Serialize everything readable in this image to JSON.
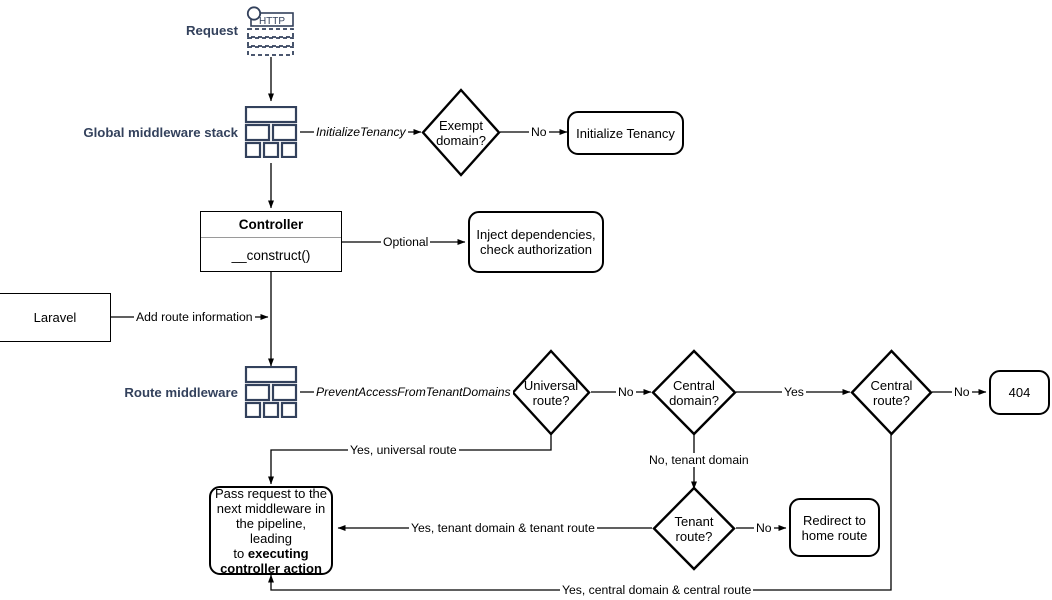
{
  "diagram": {
    "title": "Laravel multi-tenancy request lifecycle flowchart",
    "colors": {
      "label_navy": "#33415c",
      "stroke_black": "#000000",
      "divider_gray": "#9a9a9a",
      "background": "#ffffff"
    },
    "side_labels": [
      {
        "name": "request",
        "text": "Request"
      },
      {
        "name": "global-middleware-stack",
        "text": "Global middleware stack"
      },
      {
        "name": "route-middleware",
        "text": "Route middleware"
      }
    ],
    "icons": [
      {
        "name": "http-request-icon",
        "label": "HTTP"
      },
      {
        "name": "global-middleware-stack-icon",
        "label": ""
      },
      {
        "name": "route-middleware-stack-icon",
        "label": ""
      }
    ],
    "nodes": {
      "exempt_domain": {
        "text": "Exempt\ndomain?",
        "shape": "diamond"
      },
      "initialize_tenancy": {
        "text": "Initialize Tenancy",
        "shape": "rounded"
      },
      "controller_title": "Controller",
      "controller_member": "__construct()",
      "inject_dependencies": {
        "text": "Inject dependencies,\ncheck authorization",
        "shape": "rounded"
      },
      "laravel": {
        "text": "Laravel",
        "shape": "rect"
      },
      "universal_route": {
        "text": "Universal\nroute?",
        "shape": "diamond"
      },
      "central_domain": {
        "text": "Central\ndomain?",
        "shape": "diamond"
      },
      "central_route": {
        "text": "Central\nroute?",
        "shape": "diamond"
      },
      "not_found": {
        "text": "404",
        "shape": "rounded"
      },
      "tenant_route": {
        "text": "Tenant\nroute?",
        "shape": "diamond"
      },
      "redirect_home": {
        "text": "Redirect to\nhome route",
        "shape": "rounded"
      },
      "pass_request": {
        "line1": "Pass request to the",
        "line2": "next middleware in",
        "line3": "the pipeline, leading",
        "line4_normal": "to ",
        "line4_bold": "executing",
        "line5_bold": "controller action",
        "shape": "rounded"
      }
    },
    "edge_labels": [
      {
        "name": "edge-initialize-tenancy",
        "text": "InitializeTenancy",
        "italic": true
      },
      {
        "name": "edge-exempt-no",
        "text": "No",
        "italic": false
      },
      {
        "name": "edge-optional",
        "text": "Optional",
        "italic": false
      },
      {
        "name": "edge-add-route-information",
        "text": "Add route information",
        "italic": false
      },
      {
        "name": "edge-prevent-access",
        "text": "PreventAccessFromTenantDomains",
        "italic": true
      },
      {
        "name": "edge-universal-no",
        "text": "No",
        "italic": false
      },
      {
        "name": "edge-central-domain-yes",
        "text": "Yes",
        "italic": false
      },
      {
        "name": "edge-central-route-no",
        "text": "No",
        "italic": false
      },
      {
        "name": "edge-yes-universal-route",
        "text": "Yes, universal route",
        "italic": false
      },
      {
        "name": "edge-no-tenant-domain",
        "text": "No, tenant domain",
        "italic": false
      },
      {
        "name": "edge-yes-tenant-domain-tenant-route",
        "text": "Yes, tenant domain & tenant route",
        "italic": false
      },
      {
        "name": "edge-tenant-route-no",
        "text": "No",
        "italic": false
      },
      {
        "name": "edge-yes-central-domain-central-route",
        "text": "Yes, central domain & central route",
        "italic": false
      }
    ]
  }
}
